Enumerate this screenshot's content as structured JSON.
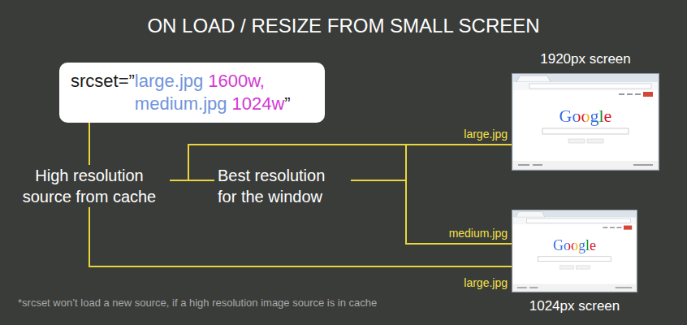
{
  "diagram": {
    "title": "ON LOAD / RESIZE FROM SMALL SCREEN",
    "nodes": [
      {
        "text": [
          "srcset=”",
          "large.jpg",
          "1600w,",
          "medium.jpg",
          "1024w",
          "”"
        ]
      },
      {
        "text": [
          "1920px screen",
          "Google"
        ]
      },
      {
        "text": [
          "1024px screen",
          "Google"
        ]
      }
    ],
    "edges": [
      {
        "from": 0,
        "to": 1,
        "arrow": "none",
        "label": "large.jpg"
      },
      {
        "from": 0,
        "to": 2,
        "arrow": "none",
        "label": "medium.jpg"
      },
      {
        "from": 0,
        "to": 2,
        "arrow": "none",
        "label": "large.jpg"
      }
    ],
    "labels": [
      "High resolution source from cache",
      "Best resolution for the window",
      "*srcset won’t load a new source, if a high resolution image source is in cache"
    ]
  }
}
